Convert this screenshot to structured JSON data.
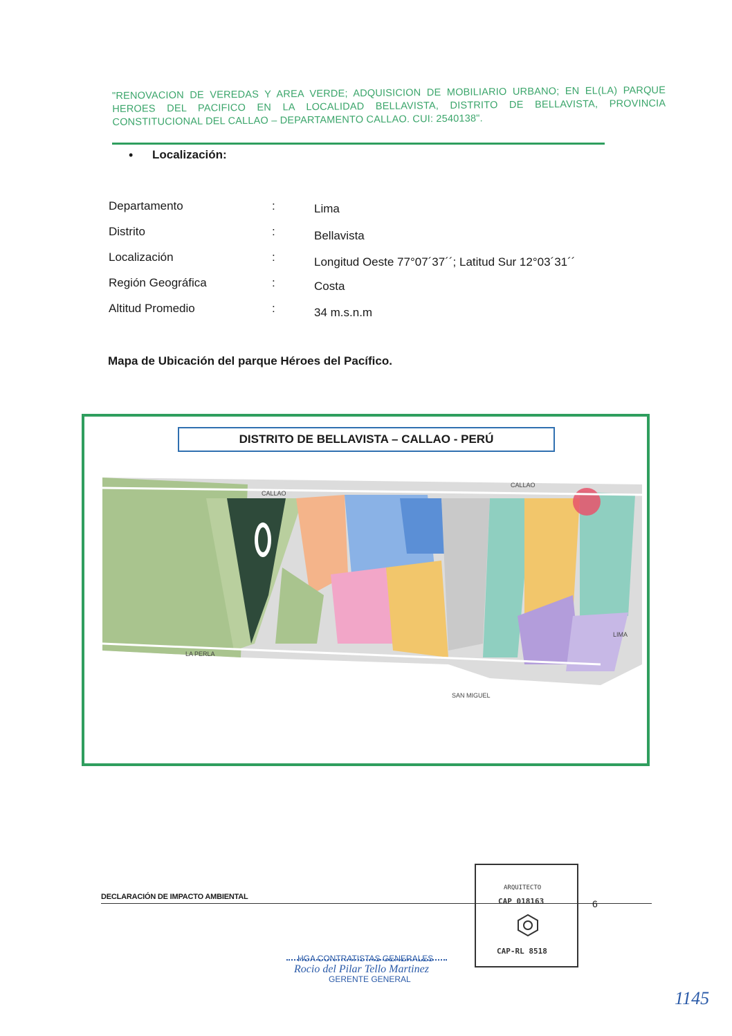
{
  "header": {
    "text": "\"RENOVACION DE VEREDAS Y AREA VERDE; ADQUISICION DE MOBILIARIO URBANO; EN EL(LA) PARQUE HEROES DEL PACIFICO EN LA LOCALIDAD BELLAVISTA, DISTRITO DE BELLAVISTA, PROVINCIA CONSTITUCIONAL DEL CALLAO – DEPARTAMENTO CALLAO. CUI: 2540138\"."
  },
  "section": {
    "bullet": "•",
    "title": "Localización:"
  },
  "info": [
    {
      "label": "Departamento",
      "sep": ":",
      "value": "Lima"
    },
    {
      "label": "Distrito",
      "sep": ":",
      "value": "Bellavista"
    },
    {
      "label": "Localización",
      "sep": ":",
      "value": "Longitud Oeste 77°07´37´´; Latitud Sur 12°03´31´´"
    },
    {
      "label": "Región Geográfica",
      "sep": ":",
      "value": "Costa"
    },
    {
      "label": "Altitud Promedio",
      "sep": ":",
      "value": "34 m.s.n.m"
    }
  ],
  "map": {
    "caption": "Mapa de Ubicación del parque Héroes del Pacífico.",
    "title": "DISTRITO DE BELLAVISTA – CALLAO - PERÚ",
    "labels": {
      "callao": "CALLAO",
      "la_perla": "LA PERLA",
      "san_miguel": "SAN MIGUEL",
      "lima": "LIMA"
    },
    "colors": {
      "green": "#a9c48e",
      "dark": "#2e4a3a",
      "orange": "#f4b48a",
      "blue": "#5b8fd6",
      "yellow": "#f2c66b",
      "pink": "#f2a6c8",
      "teal": "#8fcfc0",
      "purple": "#b39ddb",
      "highlight": "#e8536b",
      "frame": "#2f9e5e"
    }
  },
  "footer": {
    "title": "DECLARACIÓN DE IMPACTO AMBIENTAL",
    "page": "6",
    "stamp": {
      "top": "ARQUITECTO",
      "cap": "CAP 018163",
      "bottom": "CAP-RL 8518"
    },
    "company": "HGA  CONTRATISTAS GENERALES",
    "signer": "Rocio del Pilar Tello Martinez",
    "role": "GERENTE GENERAL",
    "folio": "1145"
  }
}
